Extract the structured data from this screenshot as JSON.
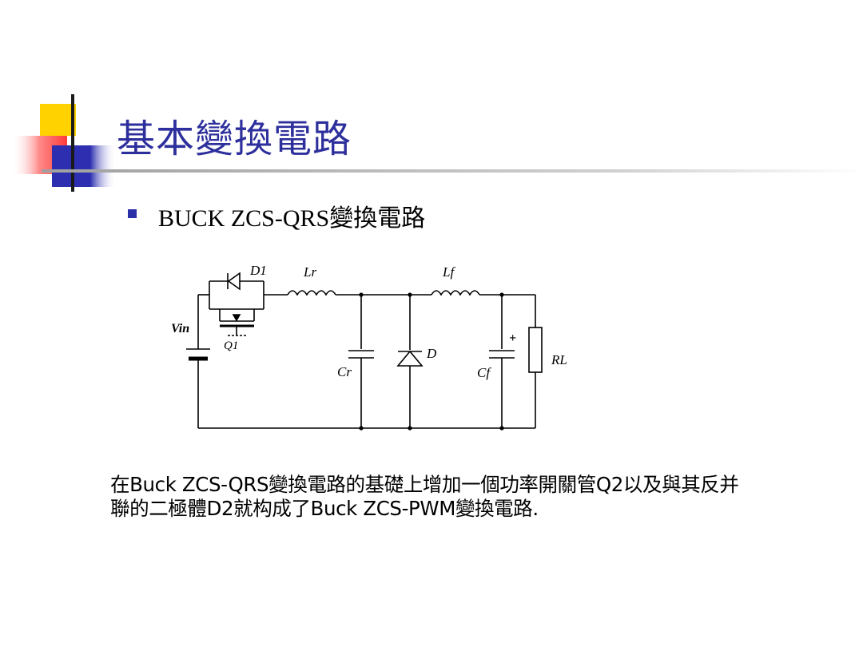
{
  "slide": {
    "title": "基本變換電路",
    "bullet": "BUCK ZCS-QRS變換電路",
    "paragraph": "在Buck ZCS-QRS變換電路的基礎上增加一個功率開關管Q2以及與其反并聯的二極體D2就构成了Buck ZCS-PWM變換電路."
  },
  "circuit": {
    "labels": {
      "d1": "D1",
      "lr": "Lr",
      "lf": "Lf",
      "vin": "Vin",
      "q1": "Q1",
      "cr": "Cr",
      "d": "D",
      "cf": "Cf",
      "rl": "RL",
      "plus": "+"
    }
  },
  "colors": {
    "title": "#2d2f9c",
    "bullet": "#2b2fa8",
    "deco_yellow": "#ffd200",
    "deco_red": "#ff3b3b",
    "deco_blue": "#2d2fb0"
  }
}
